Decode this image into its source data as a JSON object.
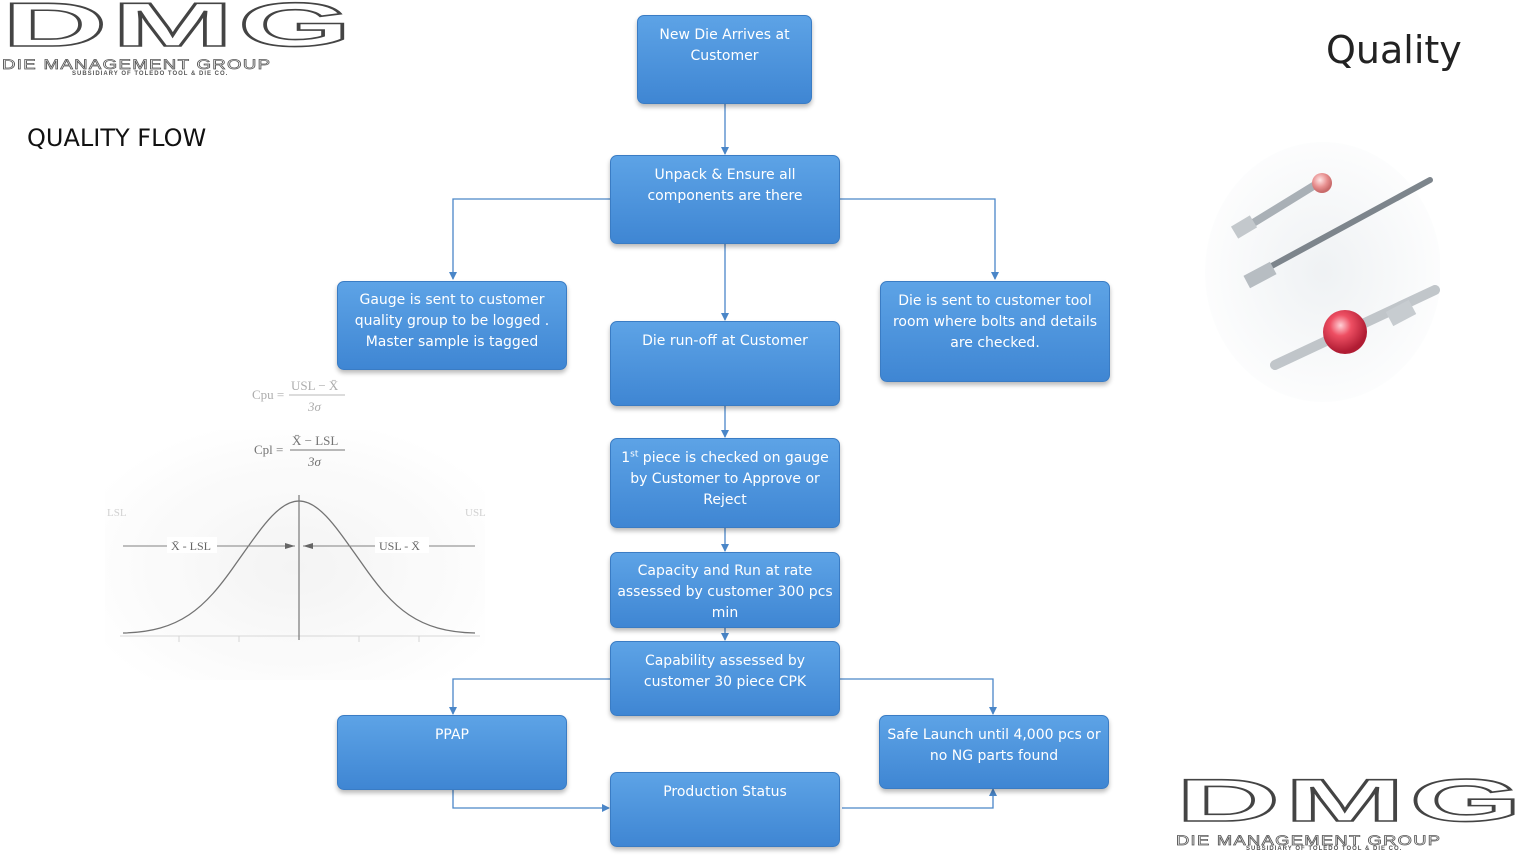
{
  "slide": {
    "title": "Quality",
    "subtitle": "QUALITY FLOW"
  },
  "logo": {
    "main": "DMG",
    "name": "DIE MANAGEMENT GROUP",
    "sub": "SUBSIDIARY OF TOLEDO TOOL & DIE CO."
  },
  "flow": {
    "new_die": "New Die Arrives at Customer",
    "unpack": "Unpack &  Ensure all components are there",
    "gauge": "Gauge is sent to customer quality group to be logged . Master sample is tagged",
    "die_sent": "Die is sent to customer tool room where bolts and details are checked.",
    "runoff": "Die run-off at Customer",
    "first_num": "1",
    "first_sup": "st",
    "first_rest": " piece is checked on gauge by Customer to Approve or Reject",
    "capacity": "Capacity and Run at rate assessed by customer 300 pcs min",
    "capability": "Capability assessed by customer 30 piece CPK",
    "ppap": "PPAP",
    "safe_launch": "Safe Launch until 4,000 pcs or no NG parts found",
    "production": "Production Status"
  },
  "formula": {
    "cpu_label": "Cpu =",
    "cpu_num": "USL − X̄",
    "cpu_den": "3σ",
    "cpl_label": "Cpl =",
    "cpl_num": "X̄ − LSL",
    "cpl_den": "3σ"
  },
  "bell_curve": {
    "lsl": "LSL",
    "usl": "USL",
    "left_arrow": "X̄ - LSL",
    "right_arrow": "USL - X̄"
  },
  "colors": {
    "box_fill": "#4a90dc",
    "connector": "#4a86c8"
  }
}
